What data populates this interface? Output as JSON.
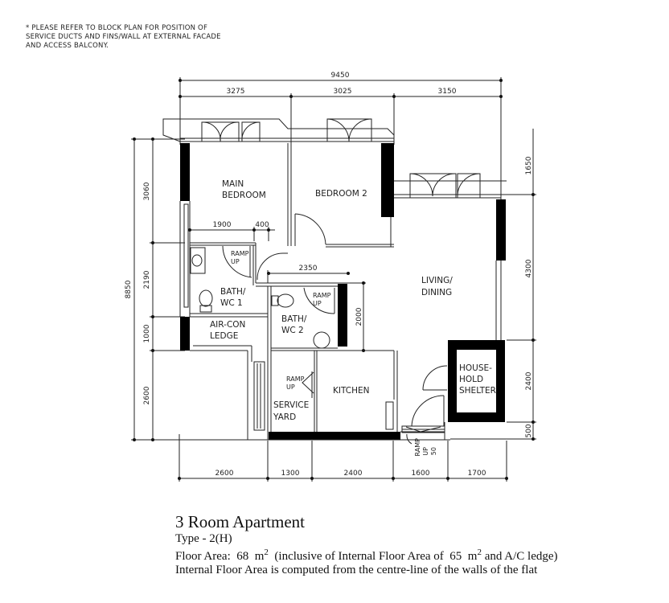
{
  "note": {
    "lines": [
      "* PLEASE REFER TO BLOCK PLAN FOR POSITION OF",
      "SERVICE DUCTS AND FINS/WALL AT EXTERNAL FACADE",
      "AND ACCESS BALCONY."
    ]
  },
  "dimensions": {
    "top_total": "9450",
    "top": [
      "3275",
      "3025",
      "3150"
    ],
    "left_total": "8850",
    "left": [
      "3060",
      "2190",
      "1000",
      "2600"
    ],
    "right": [
      "1650",
      "4300",
      "2400",
      "500"
    ],
    "bottom": [
      "2600",
      "1300",
      "2400",
      "1600",
      "1700"
    ],
    "interior": {
      "bath1_width": "1900",
      "bath1_gap": "400",
      "corridor": "2350",
      "bath2_height": "2000"
    }
  },
  "rooms": {
    "main_bedroom": [
      "MAIN",
      "BEDROOM"
    ],
    "bedroom2": "BEDROOM 2",
    "living": [
      "LIVING/",
      "DINING"
    ],
    "bath1": [
      "BATH/",
      "WC 1"
    ],
    "bath2": [
      "BATH/",
      "WC 2"
    ],
    "aircon": [
      "AIR-CON",
      "LEDGE"
    ],
    "kitchen": "KITCHEN",
    "service_yard": [
      "SERVICE",
      "YARD"
    ],
    "shelter": [
      "HOUSE-",
      "HOLD",
      "SHELTER"
    ],
    "ramp_up": [
      "RAMP",
      "UP"
    ],
    "entrance_ramp": [
      "RAMP",
      "UP",
      "50"
    ]
  },
  "caption": {
    "title": "3 Room Apartment",
    "type": "Type - 2(H)",
    "floor_area_prefix": "Floor Area:  68  m",
    "floor_area_sup": "2",
    "floor_area_middle": "  (inclusive of Internal Floor Area of  65  m",
    "floor_area_sup2": "2",
    "floor_area_suffix": " and A/C ledge)",
    "note": "Internal Floor Area is computed from the centre-line of the walls of the flat"
  }
}
